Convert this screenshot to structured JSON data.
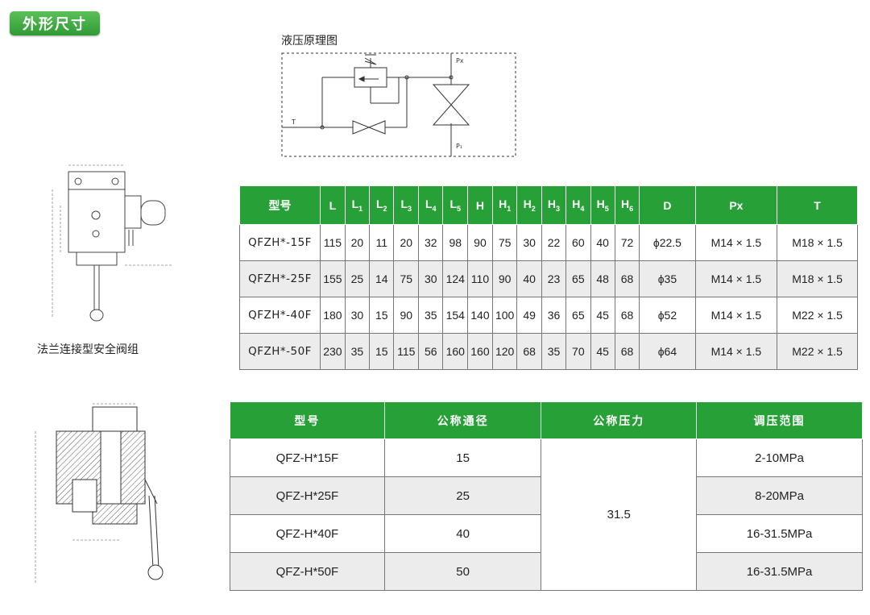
{
  "section_title": "外形尺寸",
  "schematic_title": "液压原理图",
  "schematic_labels": {
    "px": "Px",
    "p1": "P₁",
    "t": "T"
  },
  "valve_caption": "法兰连接型安全阀组",
  "table1": {
    "headers": [
      "型号",
      "L",
      "L1",
      "L2",
      "L3",
      "L4",
      "L5",
      "H",
      "H1",
      "H2",
      "H3",
      "H4",
      "H5",
      "H6",
      "D",
      "Px",
      "T"
    ],
    "rows": [
      [
        "QFZH*-15F",
        "115",
        "20",
        "11",
        "20",
        "32",
        "98",
        "90",
        "75",
        "30",
        "22",
        "60",
        "40",
        "72",
        "ϕ22.5",
        "M14 × 1.5",
        "M18 × 1.5"
      ],
      [
        "QFZH*-25F",
        "155",
        "25",
        "14",
        "75",
        "30",
        "124",
        "110",
        "90",
        "40",
        "23",
        "65",
        "48",
        "68",
        "ϕ35",
        "M14 × 1.5",
        "M18 × 1.5"
      ],
      [
        "QFZH*-40F",
        "180",
        "30",
        "15",
        "90",
        "35",
        "154",
        "140",
        "100",
        "49",
        "36",
        "65",
        "45",
        "68",
        "ϕ52",
        "M14 × 1.5",
        "M22 × 1.5"
      ],
      [
        "QFZH*-50F",
        "230",
        "35",
        "15",
        "115",
        "56",
        "160",
        "160",
        "120",
        "68",
        "35",
        "70",
        "45",
        "68",
        "ϕ64",
        "M14 × 1.5",
        "M22 × 1.5"
      ]
    ]
  },
  "table2": {
    "headers": [
      "型号",
      "公称通径",
      "公称压力",
      "调压范围"
    ],
    "rows": [
      {
        "model": "QFZ-H*15F",
        "bore": "15",
        "range": "2-10MPa"
      },
      {
        "model": "QFZ-H*25F",
        "bore": "25",
        "range": "8-20MPa"
      },
      {
        "model": "QFZ-H*40F",
        "bore": "40",
        "range": "16-31.5MPa"
      },
      {
        "model": "QFZ-H*50F",
        "bore": "50",
        "range": "16-31.5MPa"
      }
    ],
    "pressure": "31.5"
  },
  "colors": {
    "header_green": "#28a038",
    "badge_green": "#3aa83c",
    "alt_row": "#ececec"
  }
}
